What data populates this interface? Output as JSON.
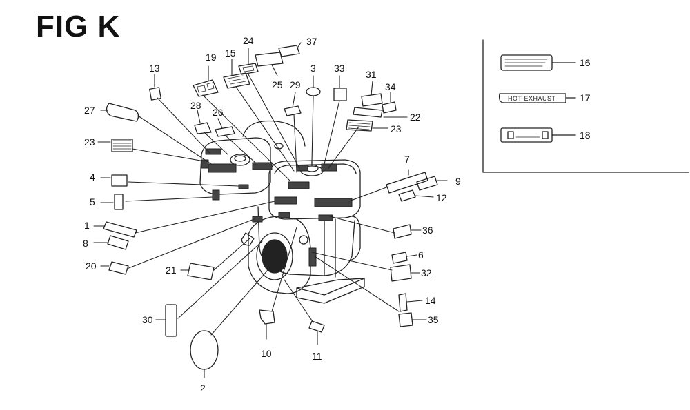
{
  "figure": {
    "title": "FIG K",
    "ink_color": "#222222",
    "background": "#ffffff"
  },
  "callouts": [
    {
      "id": "c1",
      "label": "1"
    },
    {
      "id": "c2",
      "label": "2"
    },
    {
      "id": "c3",
      "label": "3"
    },
    {
      "id": "c4",
      "label": "4"
    },
    {
      "id": "c5",
      "label": "5"
    },
    {
      "id": "c6",
      "label": "6"
    },
    {
      "id": "c7",
      "label": "7"
    },
    {
      "id": "c8",
      "label": "8"
    },
    {
      "id": "c9",
      "label": "9"
    },
    {
      "id": "c10",
      "label": "10"
    },
    {
      "id": "c11",
      "label": "11"
    },
    {
      "id": "c12",
      "label": "12"
    },
    {
      "id": "c13",
      "label": "13"
    },
    {
      "id": "c14",
      "label": "14"
    },
    {
      "id": "c15",
      "label": "15"
    },
    {
      "id": "c16",
      "label": "16"
    },
    {
      "id": "c17",
      "label": "17"
    },
    {
      "id": "c18",
      "label": "18"
    },
    {
      "id": "c19",
      "label": "19"
    },
    {
      "id": "c20",
      "label": "20"
    },
    {
      "id": "c21",
      "label": "21"
    },
    {
      "id": "c22",
      "label": "22"
    },
    {
      "id": "c23a",
      "label": "23"
    },
    {
      "id": "c23b",
      "label": "23"
    },
    {
      "id": "c24",
      "label": "24"
    },
    {
      "id": "c25",
      "label": "25"
    },
    {
      "id": "c26",
      "label": "26"
    },
    {
      "id": "c27",
      "label": "27"
    },
    {
      "id": "c28",
      "label": "28"
    },
    {
      "id": "c29",
      "label": "29"
    },
    {
      "id": "c30",
      "label": "30"
    },
    {
      "id": "c31",
      "label": "31"
    },
    {
      "id": "c32",
      "label": "32"
    },
    {
      "id": "c33",
      "label": "33"
    },
    {
      "id": "c34",
      "label": "34"
    },
    {
      "id": "c35",
      "label": "35"
    },
    {
      "id": "c36",
      "label": "36"
    },
    {
      "id": "c37",
      "label": "37"
    }
  ],
  "inset": {
    "label_17_text": "HOT-EXHAUST"
  }
}
